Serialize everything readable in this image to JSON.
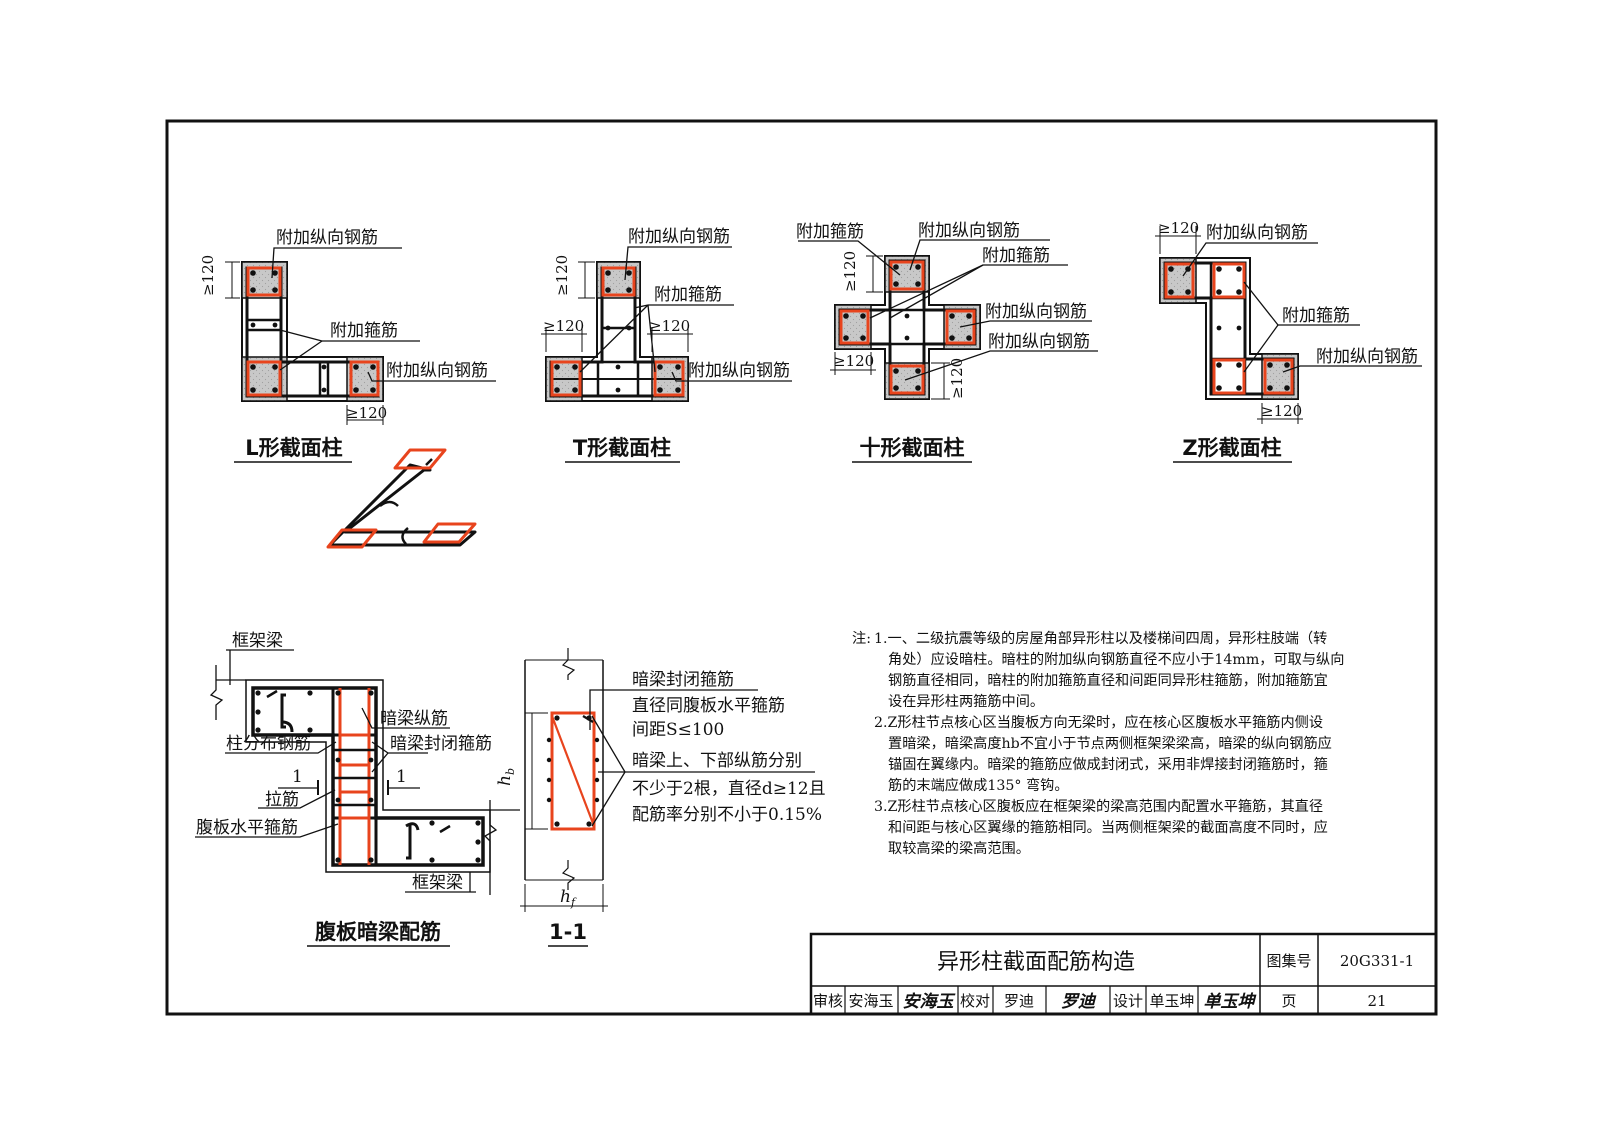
{
  "labels": {
    "add_long_bar": "附加纵向钢筋",
    "add_stirrup": "附加箍筋",
    "dim_120": "≥120",
    "frame_beam": "框架梁",
    "hidden_beam_long": "暗梁纵筋",
    "column_dist_bar": "柱分布钢筋",
    "hidden_beam_closed_stirrup": "暗梁封闭箍筋",
    "tie_bar": "拉筋",
    "web_horiz_stirrup": "腹板水平箍筋",
    "section_mark": "1",
    "hb": "h",
    "hb_sub": "b",
    "hf": "h",
    "hf_sub": "f"
  },
  "captions": {
    "l": "L形截面柱",
    "t": "T形截面柱",
    "cross": "十形截面柱",
    "z": "Z形截面柱",
    "web": "腹板暗梁配筋",
    "section": "1-1"
  },
  "section_notes": [
    "暗梁封闭箍筋",
    "直径同腹板水平箍筋",
    "间距S≤100",
    "暗梁上、下部纵筋分别",
    "不少于2根，直径d≥12且",
    "配筋率分别不小于0.15%"
  ],
  "notes": {
    "prefix": "注:",
    "lines": [
      "1.一、二级抗震等级的房屋角部异形柱以及楼梯间四周，异形柱肢端（转",
      "角处）应设暗柱。暗柱的附加纵向钢筋直径不应小于14mm，可取与纵向",
      "钢筋直径相同，暗柱的附加箍筋直径和间距同异形柱箍筋，附加箍筋宜",
      "设在异形柱两箍筋中间。",
      "2.Z形柱节点核心区当腹板方向无梁时，应在核心区腹板水平箍筋内侧设",
      "置暗梁，暗梁高度hb不宜小于节点两侧框架梁梁高，暗梁的纵向钢筋应",
      "锚固在翼缘内。暗梁的箍筋应做成封闭式，采用非焊接封闭箍筋时，箍",
      "筋的末端应做成135° 弯钩。",
      "3.Z形柱节点核心区腹板应在框架梁的梁高范围内配置水平箍筋，其直径",
      "和间距与核心区翼缘的箍筋相同。当两侧框架梁的截面高度不同时，应",
      "取较高梁的梁高范围。"
    ]
  },
  "title_block": {
    "title": "异形柱截面配筋构造",
    "atlas_label": "图集号",
    "atlas_no": "20G331-1",
    "review_label": "审核",
    "review_name": "安海玉",
    "review_sig": "安海玉",
    "check_label": "校对",
    "check_name": "罗迪",
    "check_sig": "罗迪",
    "design_label": "设计",
    "design_name": "单玉坤",
    "design_sig": "单玉坤",
    "page_label": "页",
    "page_no": "21"
  },
  "colors": {
    "rebar_red": "#e8441d",
    "concrete_gray": "#c8c8c8",
    "line_black": "#111111"
  }
}
